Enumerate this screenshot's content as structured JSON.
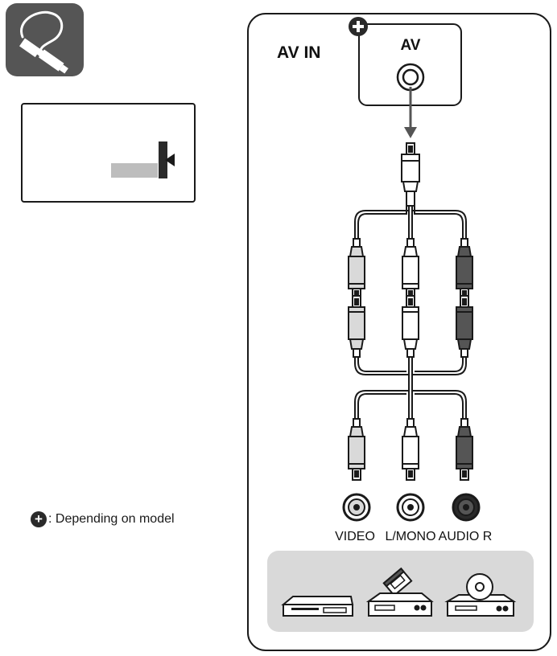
{
  "panel": {
    "title": "AV IN",
    "port_label": "AV"
  },
  "inputs": [
    {
      "label": "VIDEO",
      "color": "#d9d9d9"
    },
    {
      "label": "L/MONO",
      "color": "#ffffff"
    },
    {
      "label": "AUDIO R",
      "color": "#555555"
    }
  ],
  "legend": {
    "symbol": "+",
    "text": ": Depending on model"
  },
  "colors": {
    "stroke": "#1a1a1a",
    "device_area": "#d9d9d9",
    "icon_bg": "#555555",
    "cable_gray": "#d9d9d9",
    "cable_dark": "#555555",
    "slot_gray": "#bdbdbd"
  },
  "icons": {
    "cable_tile": "av-cable-icon",
    "slot_box": "port-location-icon",
    "device_1": "dvd-player-icon",
    "device_2": "vcr-icon",
    "device_3": "disc-player-icon"
  }
}
